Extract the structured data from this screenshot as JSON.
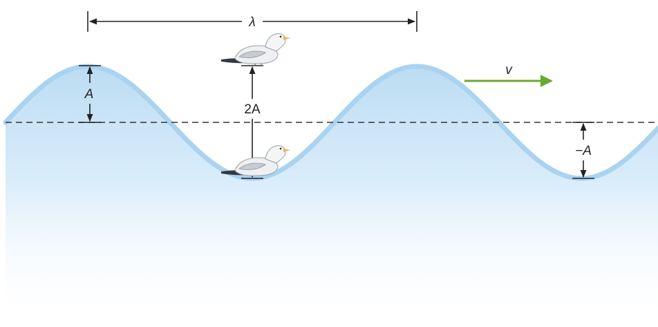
{
  "labels": {
    "wavelength": "λ",
    "amplitude": "A",
    "double_amplitude": "2A",
    "negative_amplitude": "−A",
    "velocity": "v"
  },
  "colors": {
    "water_surface": "#a9d3f0",
    "water_fill": "#cfe7f8",
    "velocity_arrow": "#6aa82f",
    "lines": "#222222"
  },
  "icons": [
    "seagull-icon",
    "seagull-icon"
  ]
}
